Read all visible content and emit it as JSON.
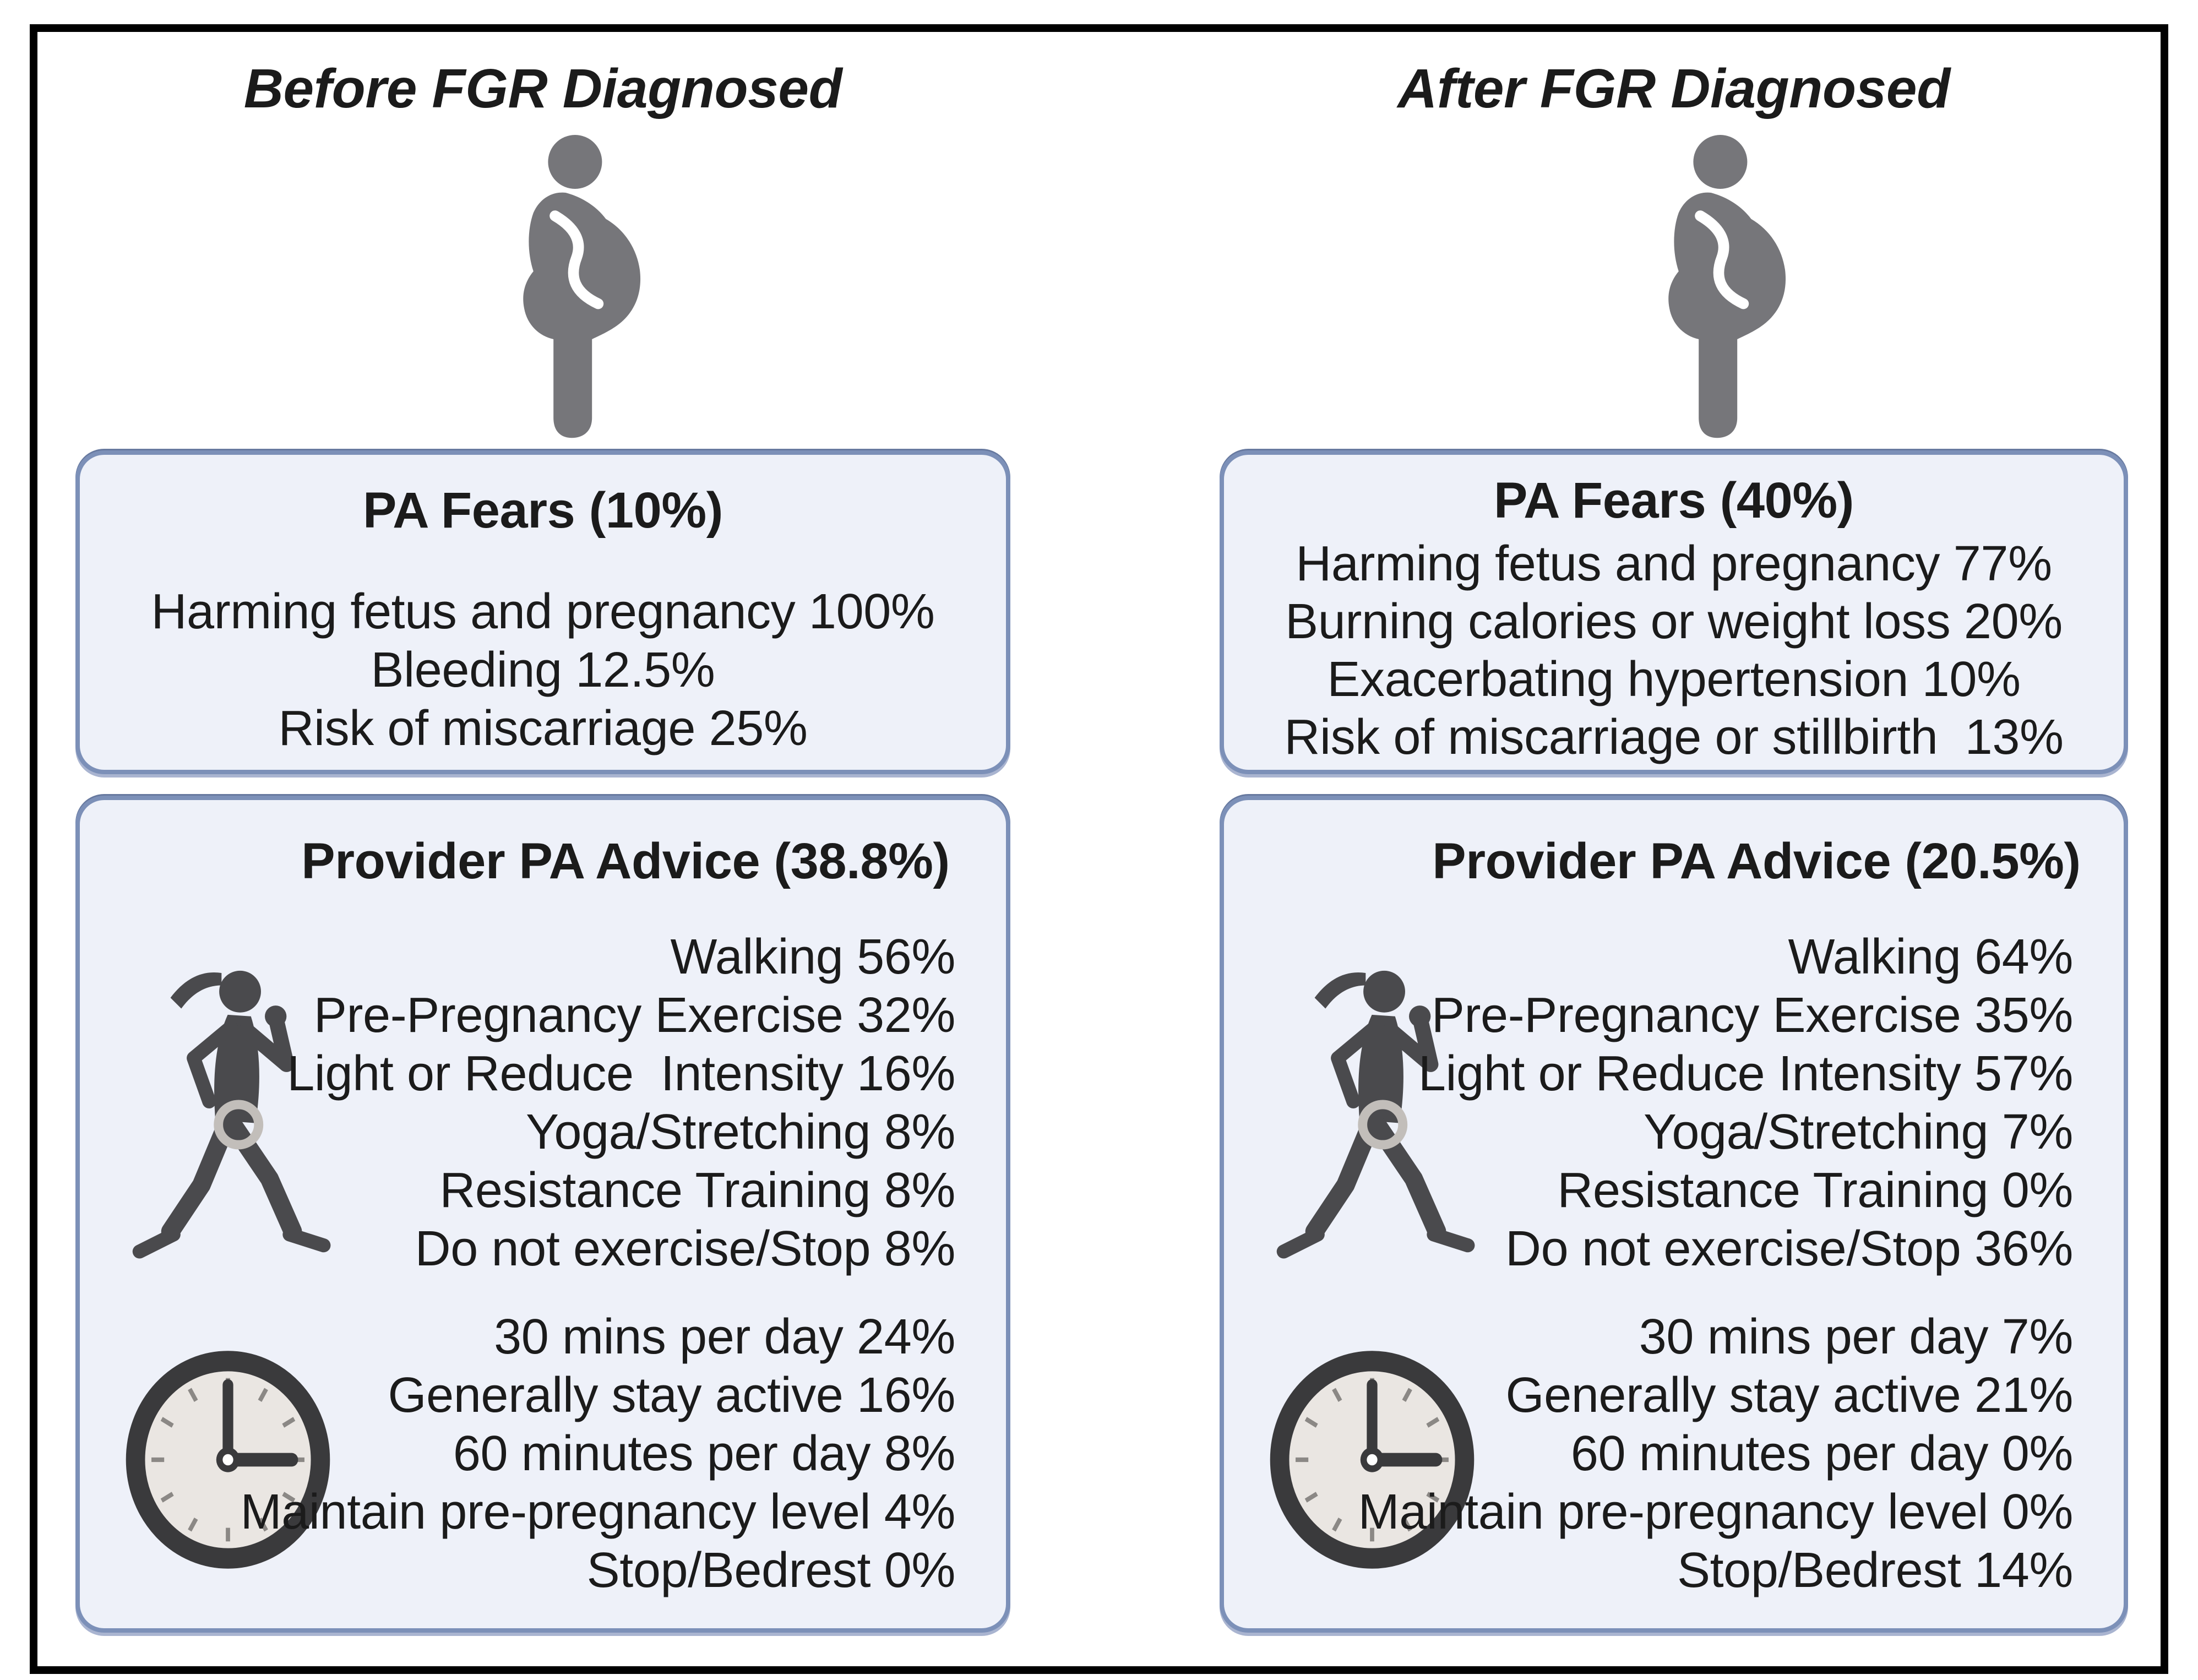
{
  "colors": {
    "frame": "#000000",
    "box_fill": "#eef1f9",
    "box_border": "#7c90b8",
    "pregnant_icon_gray": "#76767a",
    "walker_icon_gray": "#4a4a4d",
    "clock_frame": "#3a3a3c",
    "clock_face": "#eae6e2",
    "text": "#1b1b1b"
  },
  "icons": {
    "pregnant": "pregnant-woman-icon",
    "walker": "walking-woman-icon",
    "clock": "clock-icon"
  },
  "before": {
    "header": "Before FGR Diagnosed",
    "fears": {
      "title": "PA Fears (10%)",
      "items": [
        "Harming fetus and pregnancy 100%",
        "Bleeding 12.5%",
        "Risk of miscarriage 25%"
      ]
    },
    "advice": {
      "title": "Provider PA Advice (38.8%)",
      "exercise_items": [
        "Walking 56%",
        "Pre-Pregnancy Exercise 32%",
        "Light or Reduce  Intensity 16%",
        "Yoga/Stretching 8%",
        "Resistance Training 8%",
        "Do not exercise/Stop 8%"
      ],
      "duration_items": [
        "30 mins per day 24%",
        "Generally stay active 16%",
        "60 minutes per day 8%",
        "Maintain pre-pregnancy level 4%",
        "Stop/Bedrest 0%"
      ]
    }
  },
  "after": {
    "header": "After FGR Diagnosed",
    "fears": {
      "title": "PA Fears (40%)",
      "items": [
        "Harming fetus and pregnancy 77%",
        "Burning calories or weight loss 20%",
        "Exacerbating hypertension 10%",
        "Risk of miscarriage or stillbirth  13%"
      ]
    },
    "advice": {
      "title": "Provider PA Advice (20.5%)",
      "exercise_items": [
        "Walking 64%",
        "Pre-Pregnancy Exercise 35%",
        "Light or Reduce Intensity 57%",
        "Yoga/Stretching 7%",
        "Resistance Training 0%",
        "Do not exercise/Stop 36%"
      ],
      "duration_items": [
        "30 mins per day 7%",
        "Generally stay active 21%",
        "60 minutes per day 0%",
        "Maintain pre-pregnancy level 0%",
        "Stop/Bedrest 14%"
      ]
    }
  }
}
